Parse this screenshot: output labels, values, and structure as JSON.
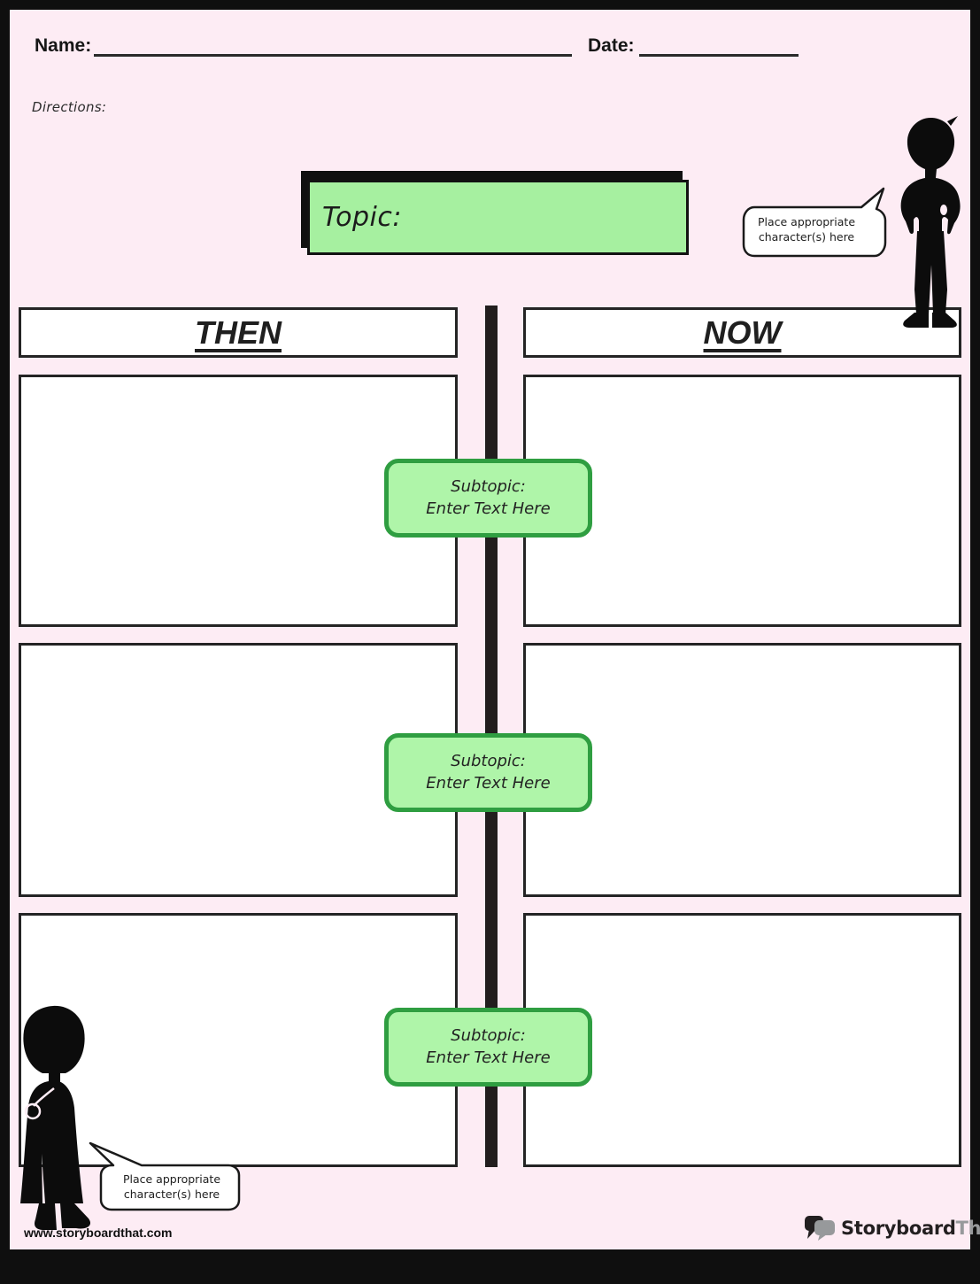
{
  "header": {
    "name_label": "Name:",
    "date_label": "Date:",
    "directions_label": "Directions:"
  },
  "topic": {
    "label": "Topic:"
  },
  "columns": {
    "then_label": "THEN",
    "now_label": "NOW"
  },
  "subtopics": [
    {
      "title": "Subtopic:",
      "body": "Enter Text Here"
    },
    {
      "title": "Subtopic:",
      "body": "Enter Text Here"
    },
    {
      "title": "Subtopic:",
      "body": "Enter Text Here"
    }
  ],
  "speech_bubbles": {
    "top_right": {
      "line1": "Place appropriate",
      "line2": "character(s) here"
    },
    "bottom_left": {
      "line1": "Place appropriate",
      "line2": "character(s) here"
    }
  },
  "footer": {
    "website": "www.storyboardthat.com",
    "logo_primary": "Storyboard",
    "logo_secondary": "That"
  },
  "colors": {
    "background_pink": "#fdecf4",
    "topic_green": "#a6f0a0",
    "subtopic_green_fill": "#aff5a9",
    "subtopic_green_border": "#2f9e41",
    "frame_black": "#0f0f0f",
    "logo_dark": "#231f20",
    "logo_gray": "#97999b"
  }
}
